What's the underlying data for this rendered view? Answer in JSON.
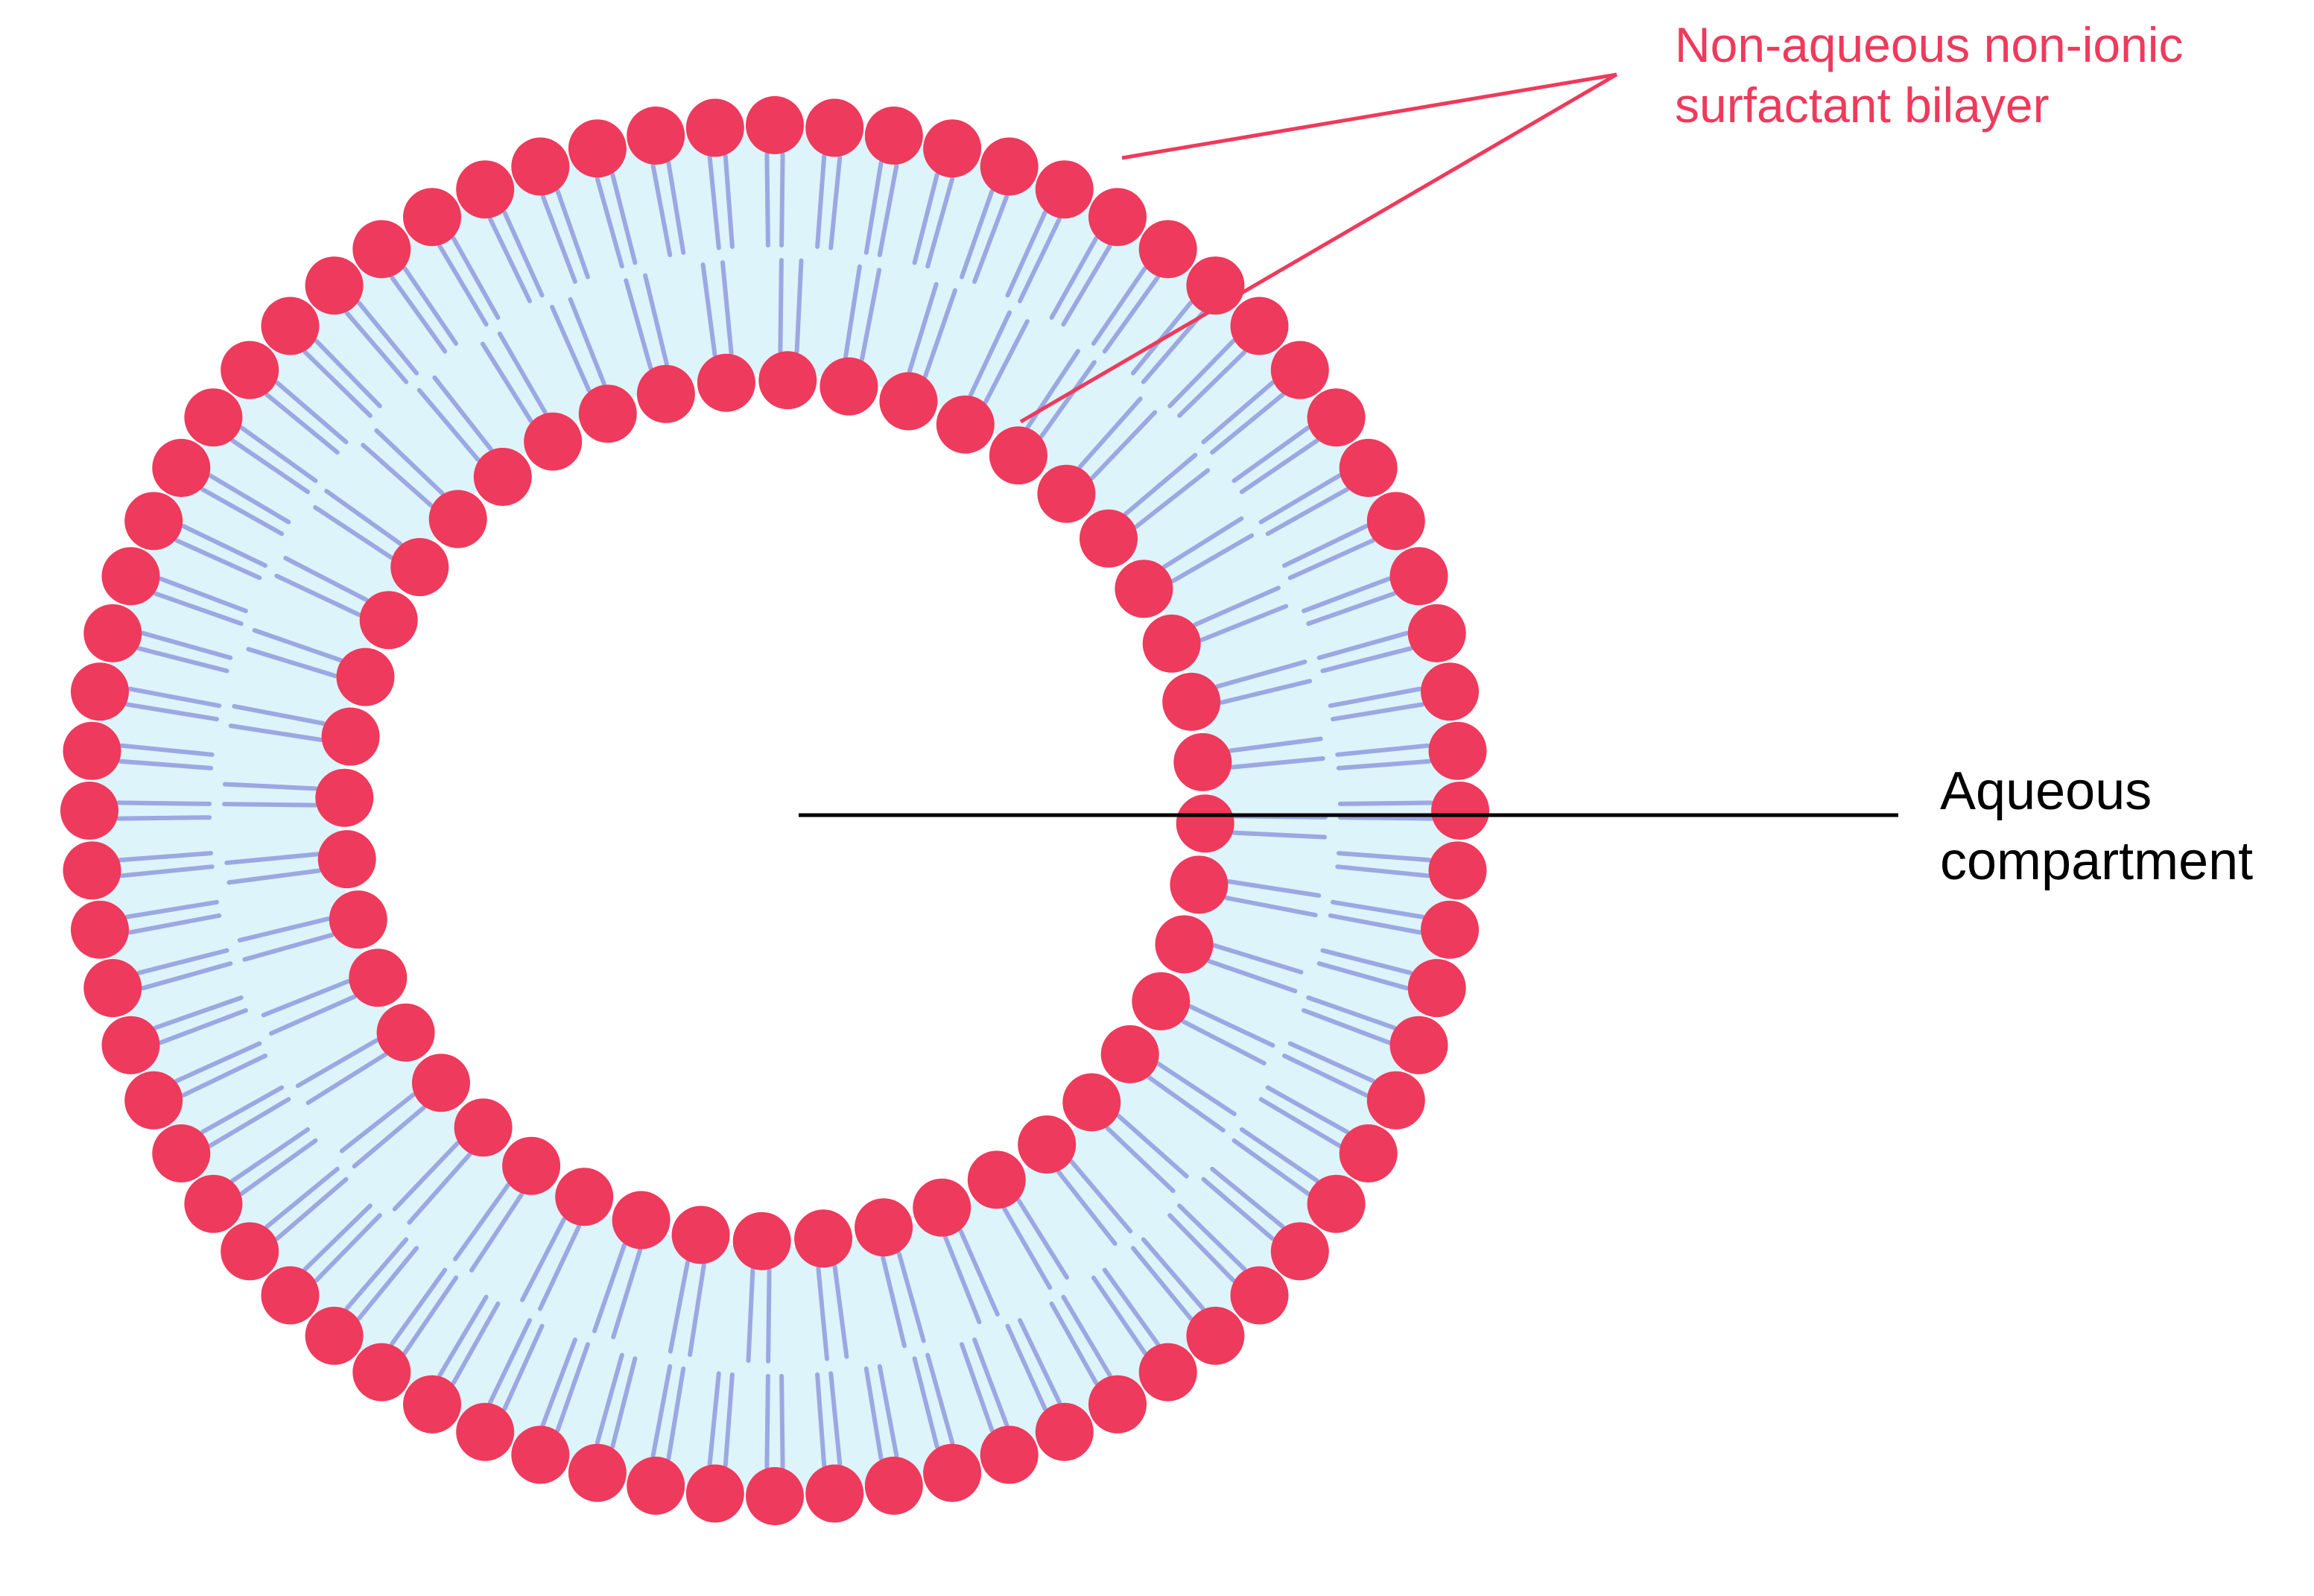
{
  "labels": {
    "bilayer": {
      "line1": "Non-aqueous non-ionic",
      "line2": "surfactant bilayer"
    },
    "aqueous": {
      "line1": "Aqueous",
      "line2": "compartment"
    }
  },
  "colors": {
    "head": "#EE3A5C",
    "tail": "#9BA8E2",
    "membrane_fill": "#DDF4FB",
    "bilayer_label": "#EE3A5C",
    "aqueous_label": "#000000",
    "leader_bilayer": "#EE3A5C",
    "leader_aqueous": "#000000"
  },
  "structure": {
    "outer_leaflet_heads": 72,
    "inner_leaflet_heads": 44
  }
}
